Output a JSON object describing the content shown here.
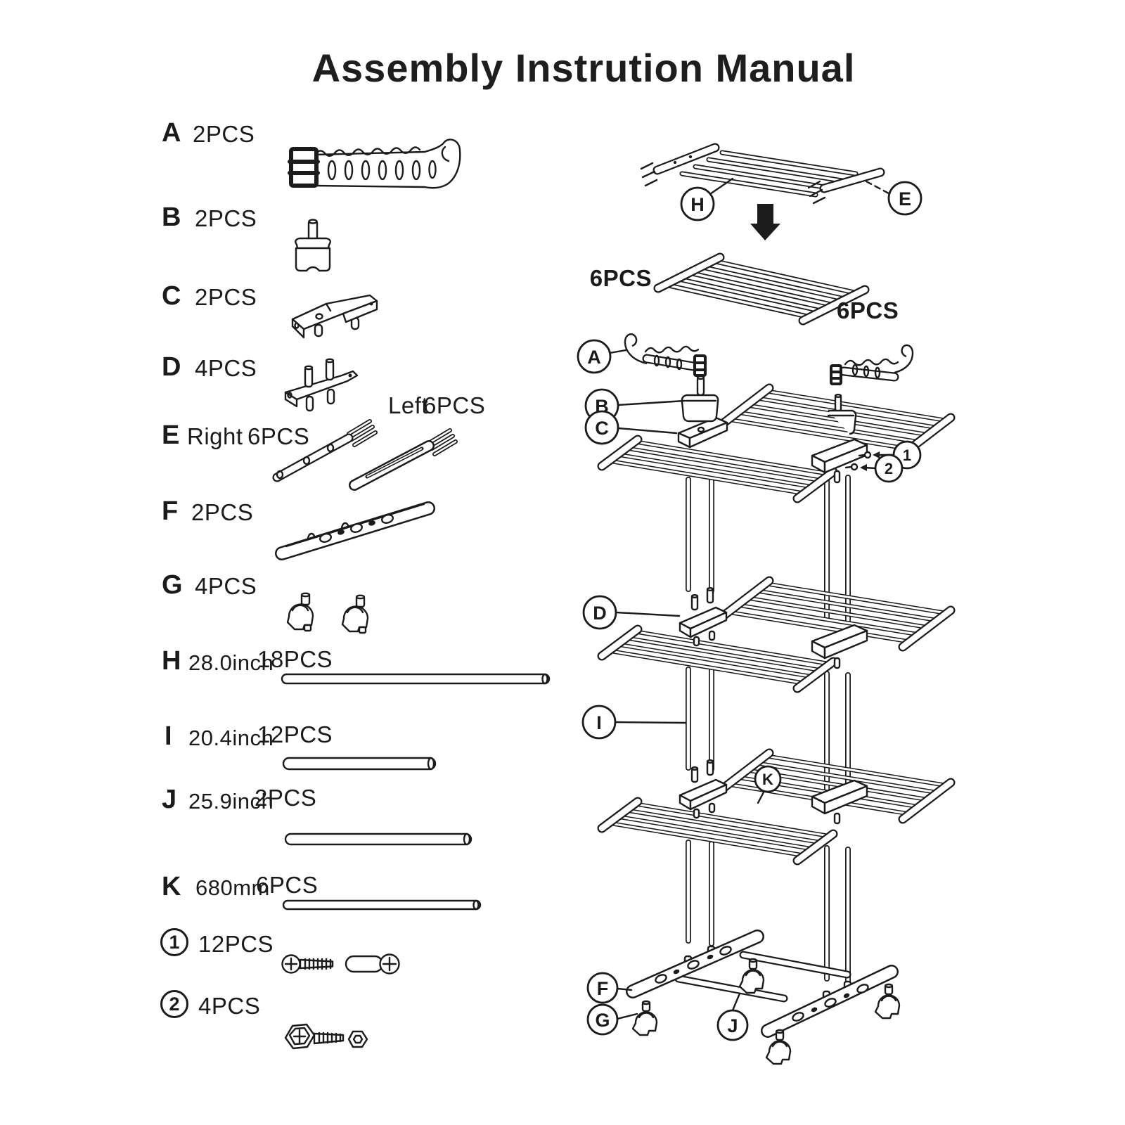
{
  "title": "Assembly Instrution Manual",
  "parts": {
    "A": {
      "letter": "A",
      "qty": "2PCS"
    },
    "B": {
      "letter": "B",
      "qty": "2PCS"
    },
    "C": {
      "letter": "C",
      "qty": "2PCS"
    },
    "D": {
      "letter": "D",
      "qty": "4PCS"
    },
    "E": {
      "letter": "E",
      "right_label": "Right",
      "right_qty": "6PCS",
      "left_label": "Left",
      "left_qty": "6PCS"
    },
    "F": {
      "letter": "F",
      "qty": "2PCS"
    },
    "G": {
      "letter": "G",
      "qty": "4PCS"
    },
    "H": {
      "letter": "H",
      "size": "28.0inch",
      "qty": "18PCS"
    },
    "I": {
      "letter": "I",
      "size": "20.4inch",
      "qty": "12PCS"
    },
    "J": {
      "letter": "J",
      "size": "25.9inch",
      "qty": "2PCS"
    },
    "K": {
      "letter": "K",
      "size": "680mm",
      "qty": "6PCS"
    },
    "S1": {
      "num": "1",
      "qty": "12PCS"
    },
    "S2": {
      "num": "2",
      "qty": "4PCS"
    }
  },
  "diagram": {
    "qty_left": "6PCS",
    "qty_right": "6PCS",
    "callouts": {
      "H": "H",
      "E": "E",
      "A": "A",
      "B": "B",
      "C": "C",
      "D": "D",
      "I": "I",
      "K": "K",
      "F": "F",
      "G": "G",
      "J": "J",
      "n1": "1",
      "n2": "2"
    }
  }
}
